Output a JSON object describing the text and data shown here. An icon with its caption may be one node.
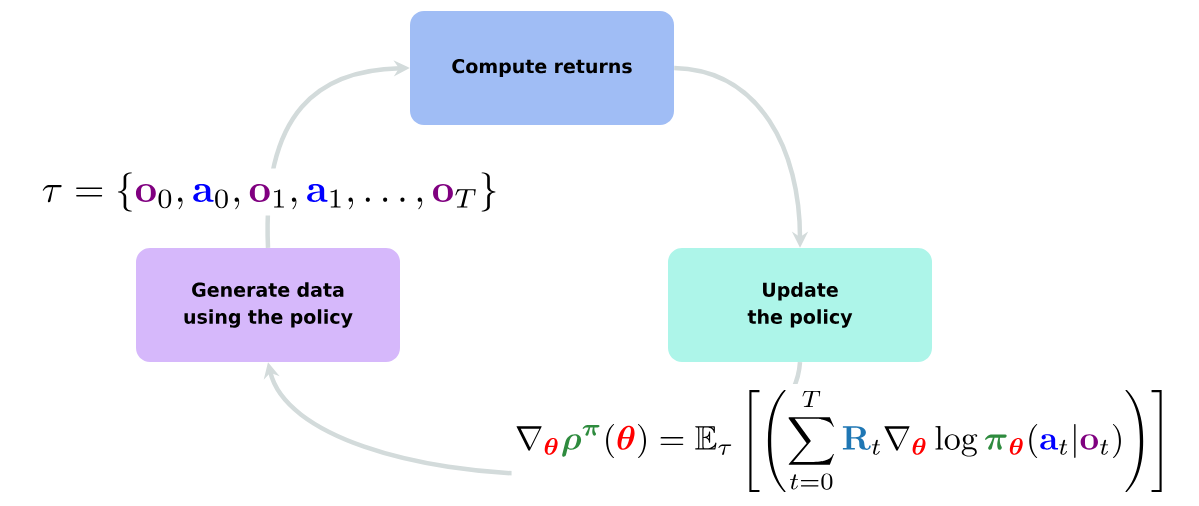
{
  "diagram": {
    "nodes": [
      {
        "text": [
          "Compute returns"
        ]
      },
      {
        "text": [
          "Update the policy"
        ]
      },
      {
        "text": [
          "Generate data using the policy"
        ]
      }
    ],
    "edges": [
      {
        "from": 0,
        "to": 1,
        "arrow": "to"
      },
      {
        "from": 1,
        "to": 2,
        "arrow": "to"
      },
      {
        "from": 2,
        "to": 0,
        "arrow": "to"
      }
    ],
    "labels": [
      "\\tau = \\{\\textcolor{ocol}{\\mathbf{o}}_0, \\textcolor{acol}{\\mathbf{a}}_0, \\textcolor{ocol}{\\mathbf{o}}_1, \\textcolor{acol}{\\mathbf{a}}_1, \\ldots, \\textcolor{ocol}{\\mathbf{o}}_T\\}",
      "\\nabla_{\\textcolor{thcol}{\\boldsymbol{\\theta}}} \\textcolor{picol}{\\boldsymbol{\\rho}}^{\\textcolor{picol}{\\boldsymbol{\\pi}}}(\\textcolor{thcol}{\\boldsymbol{\\theta}}) = \\mathbb{E}_\\tau \\left[ \\left( \\sum_{t=0}^{T} \\textcolor{rcol}{\\mathbf{R}}_t \\nabla_{\\textcolor{thcol}{\\boldsymbol{\\theta}}} \\log \\textcolor{picol}{\\boldsymbol{\\pi}}_{\\textcolor{thcol}{\\boldsymbol{\\theta}}}(\\textcolor{acol}{\\mathbf{a}}_t | \\textcolor{ocol}{\\mathbf{o}}_t) \\right) \\right]"
    ]
  }
}
